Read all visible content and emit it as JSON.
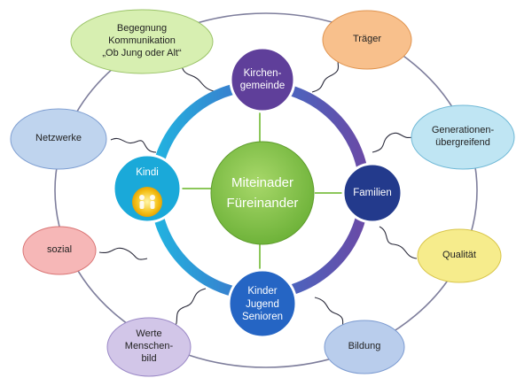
{
  "center": {
    "line1": "Miteinader",
    "line2": "Füreinander"
  },
  "inner": {
    "kirchengemeinde": {
      "line1": "Kirchen-",
      "line2": "gemeinde",
      "color": "#5f3f9a"
    },
    "familien": {
      "line1": "Familien",
      "color": "#233a8c"
    },
    "kinder": {
      "line1": "Kinder",
      "line2": "Jugend",
      "line3": "Senioren",
      "color": "#2565c4"
    },
    "kindi": {
      "line1": "Kindi",
      "color": "#1aa9d9"
    }
  },
  "outer": {
    "begegnung": {
      "line1": "Begegnung",
      "line2": "Kommunikation",
      "line3": "„Ob Jung oder Alt“",
      "color": "#d7efb1"
    },
    "traeger": {
      "line1": "Träger",
      "color": "#f8c08c"
    },
    "generationen": {
      "line1": "Generationen-",
      "line2": "übergreifend",
      "color": "#bfe5f3"
    },
    "qualitaet": {
      "line1": "Qualität",
      "color": "#f6ec8c"
    },
    "bildung": {
      "line1": "Bildung",
      "color": "#b9cdec"
    },
    "werte": {
      "line1": "Werte",
      "line2": "Menschen-",
      "line3": "bild",
      "color": "#d2c6e8"
    },
    "sozial": {
      "line1": "sozial",
      "color": "#f6b7b7"
    },
    "netzwerke": {
      "line1": "Netzwerke",
      "color": "#bfd4ee"
    }
  },
  "colors": {
    "ring_left": "#27b5e0",
    "ring_right": "#6a4aa6",
    "spoke": "#8cc75a",
    "center": "#86c44a",
    "outer_ring": "#7a7a9a"
  }
}
